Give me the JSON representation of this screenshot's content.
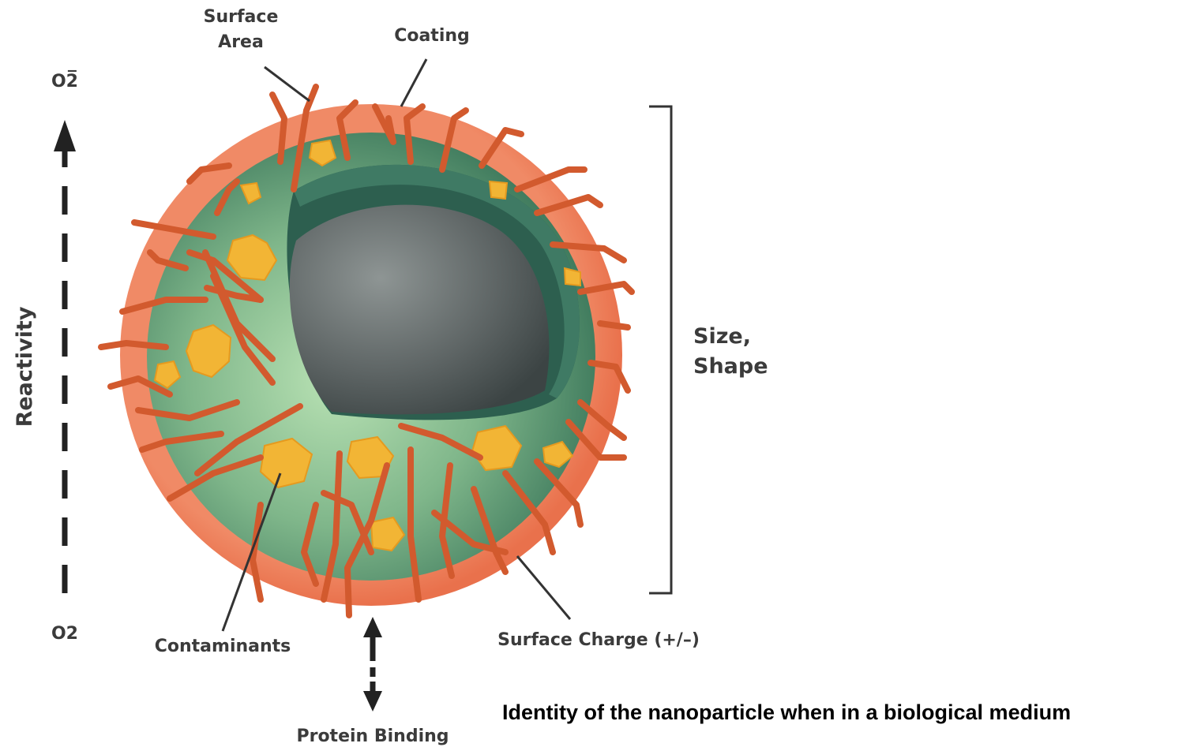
{
  "labels": {
    "surface_area_line1": "Surface",
    "surface_area_line2": "Area",
    "coating": "Coating",
    "o2_radical": "O2̅",
    "o2": "O2",
    "reactivity": "Reactivity",
    "size_line1": "Size,",
    "size_line2": "Shape",
    "contaminants": "Contaminants",
    "surface_charge": "Surface Charge (+/–)",
    "protein_binding": "Protein Binding"
  },
  "caption": "Identity of the nanoparticle when in a biological medium",
  "colors": {
    "coating": "#ef7f5e",
    "strand": "#d7582c",
    "shell_green": "#5f9a73",
    "shell_light": "#a8d4a6",
    "core": "#6c7272",
    "cut_face": "#2f5e4e",
    "contaminant": "#f2b535",
    "line": "#333333"
  }
}
